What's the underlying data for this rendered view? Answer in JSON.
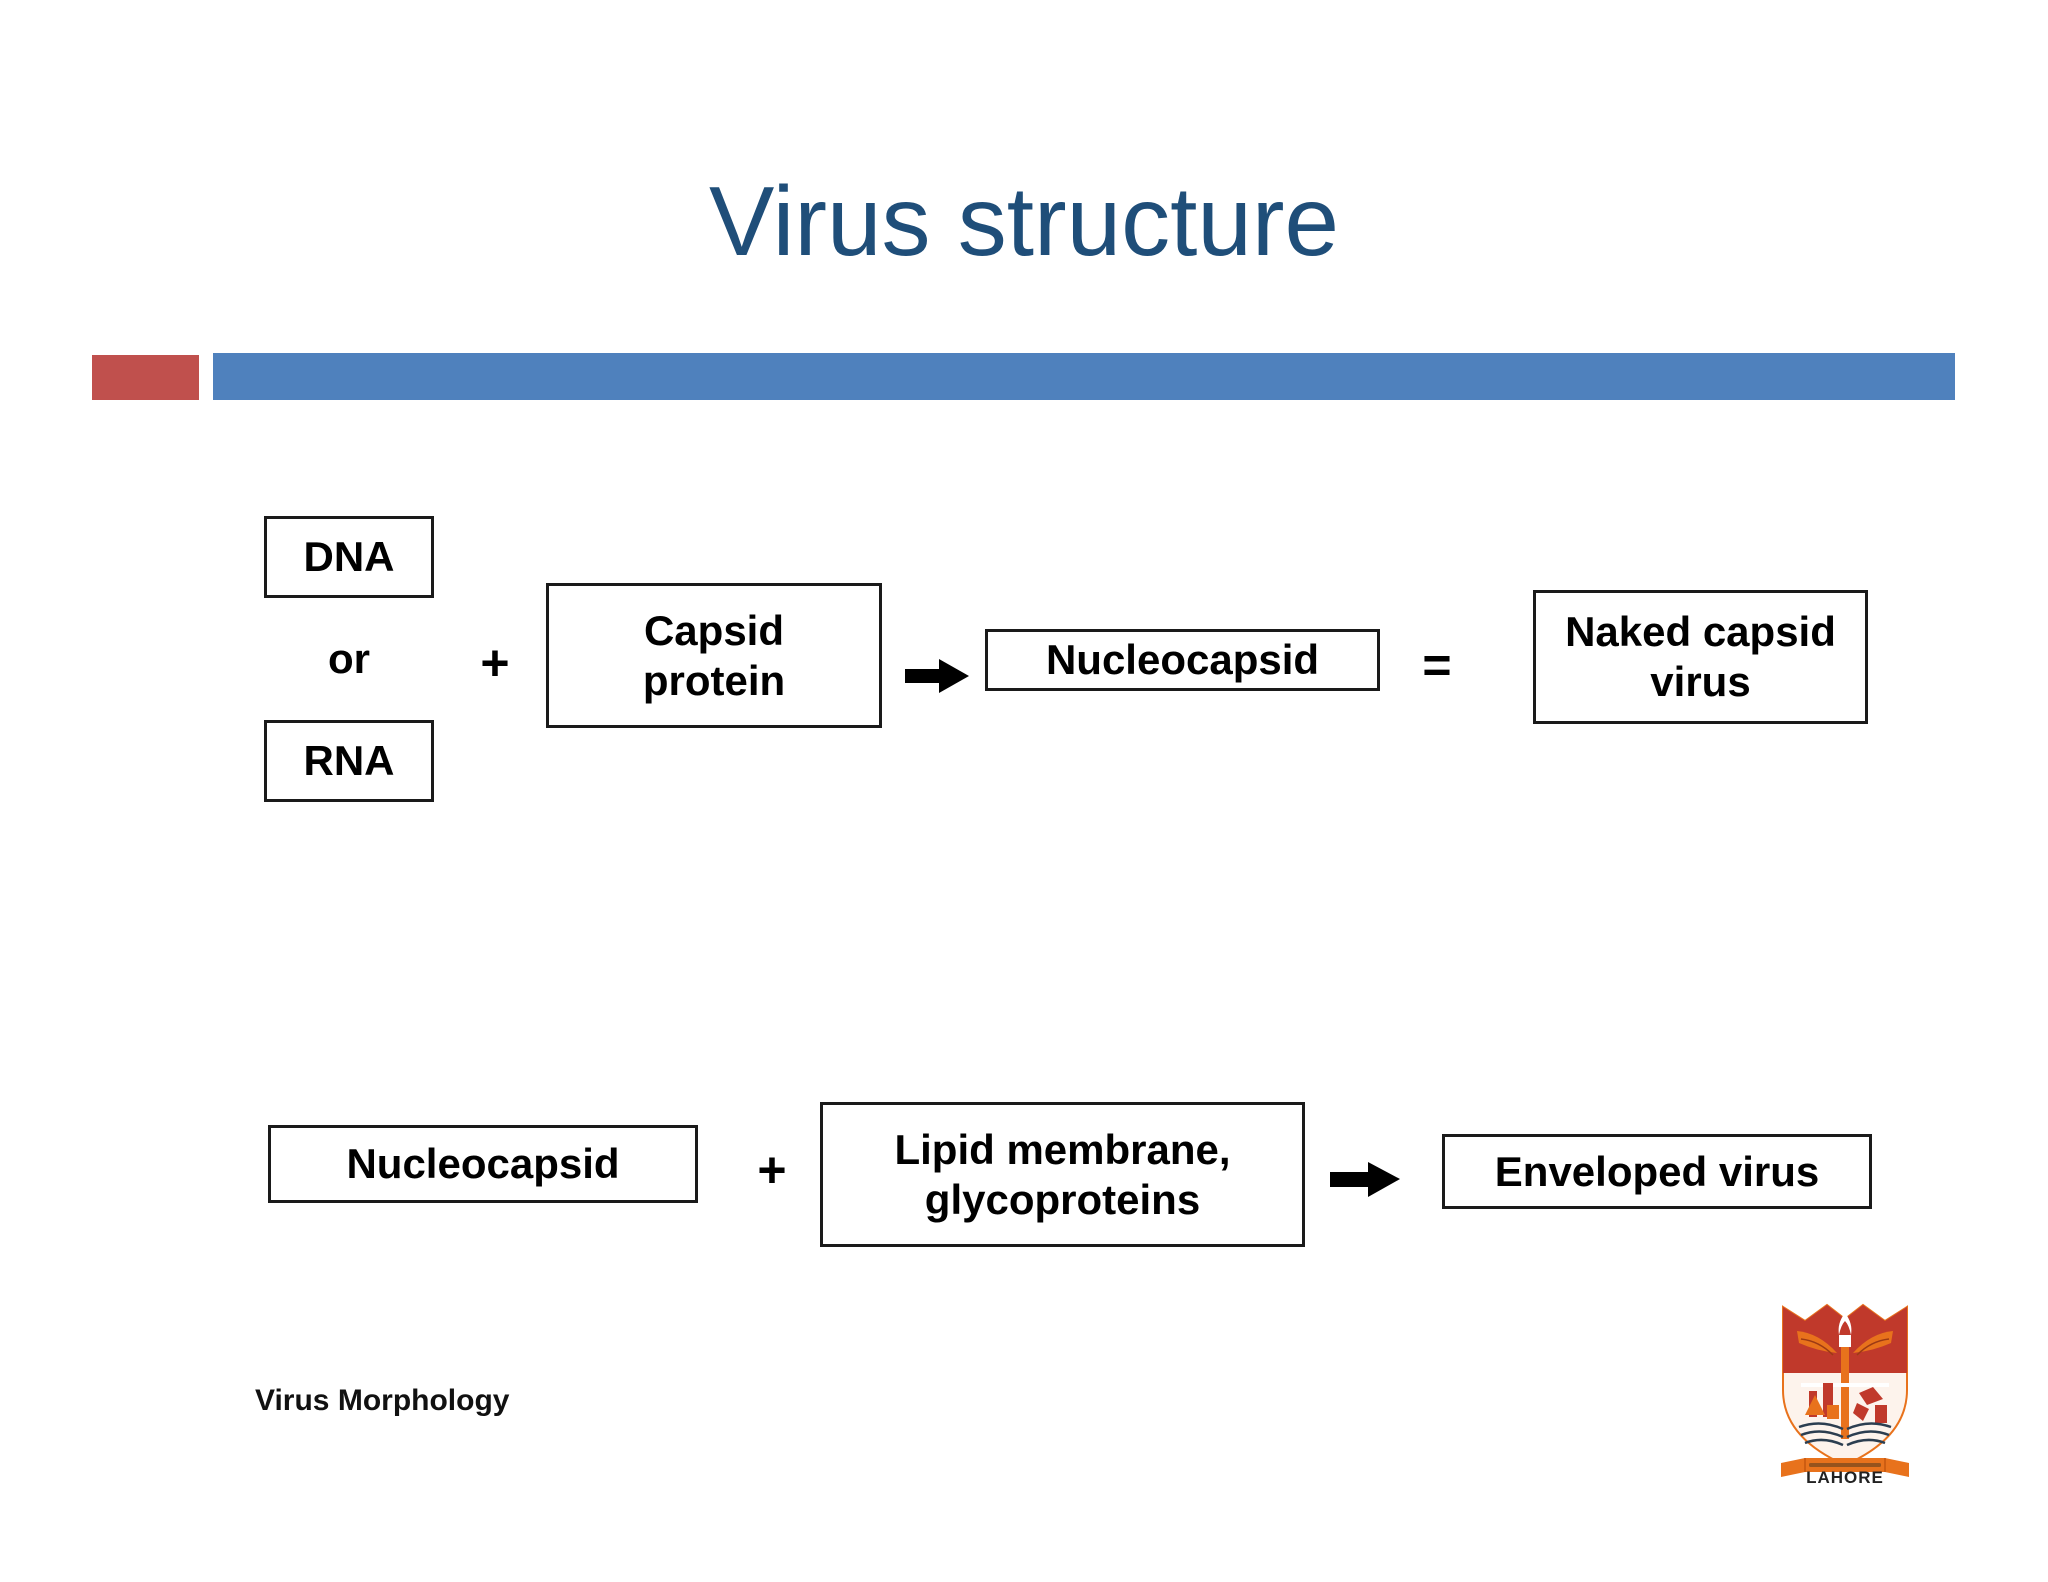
{
  "slide": {
    "title": "Virus structure",
    "footer_label": "Virus Morphology",
    "accent_red": "#C0504D",
    "accent_blue": "#4F81BD",
    "title_color": "#1F4E79"
  },
  "diagram": {
    "row1": {
      "genome_dna": "DNA",
      "genome_or": "or",
      "genome_rna": "RNA",
      "plus_symbol": "+",
      "capsid": "Capsid\nprotein",
      "capsid_line1": "Capsid",
      "capsid_line2": "protein",
      "arrow_symbol": "arrow-right",
      "nucleocapsid": "Nucleocapsid",
      "equals_symbol": "=",
      "result_line1": "Naked capsid",
      "result_line2": "virus"
    },
    "row2": {
      "nucleocapsid": "Nucleocapsid",
      "plus_symbol": "+",
      "membrane_line1": "Lipid membrane,",
      "membrane_line2": "glycoproteins",
      "arrow_symbol": "arrow-right",
      "result": "Enveloped virus"
    }
  },
  "logo": {
    "caption": "LAHORE",
    "shield_red": "#C0392B",
    "shield_orange": "#E8721C"
  }
}
